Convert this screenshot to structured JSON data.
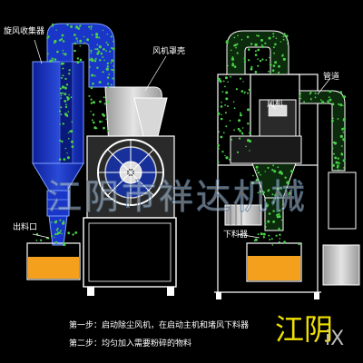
{
  "labels": {
    "cyclone_collector": "旋风收集器",
    "fan_cover": "风机罩壳",
    "outlet": "出料口",
    "pipe": "管道",
    "fan": "风机",
    "lower_outlet": "下料器"
  },
  "steps": {
    "step1": "第一步：启动除尘风机，在启动主机和堵风下料器",
    "step2": "第二步：均匀加入需要粉碎的物料"
  },
  "watermark": "江阴市祥达机械",
  "brand_mark": "江阴",
  "corner_text": "iX",
  "colors": {
    "background": "#000000",
    "cyclone_blue": "#1a36c8",
    "particle_green": "#4ad24a",
    "material_orange": "#f4a01c",
    "machine_gray": "#c8c8c8",
    "line_white": "#ffffff"
  }
}
